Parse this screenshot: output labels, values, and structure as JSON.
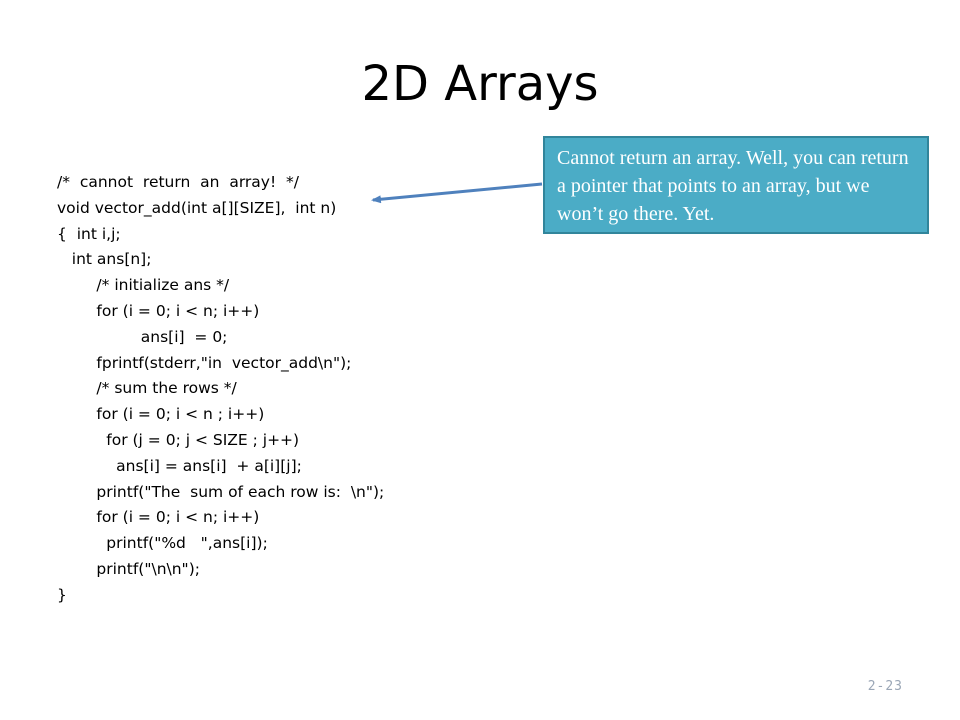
{
  "slide": {
    "title": "2D Arrays",
    "code_lines": [
      "/*  cannot  return  an  array!  */",
      "void vector_add(int a[][SIZE],  int n)",
      "{  int i,j;",
      "   int ans[n];",
      "        /* initialize ans */",
      "        for (i = 0; i < n; i++)",
      "                 ans[i]  = 0;",
      "        fprintf(stderr,\"in  vector_add\\n\");",
      "        /* sum the rows */",
      "        for (i = 0; i < n ; i++)",
      "          for (j = 0; j < SIZE ; j++)",
      "            ans[i] = ans[i]  + a[i][j];",
      "        printf(\"The  sum of each row is:  \\n\");",
      "        for (i = 0; i < n; i++)",
      "          printf(\"%d   \",ans[i]);",
      "        printf(\"\\n\\n\");",
      "}"
    ],
    "callout_text": "Cannot return an array.  Well, you can return a pointer that points to an array, but we won’t go there.  Yet.",
    "slide_number": "2-23",
    "colors": {
      "callout_fill": "#4bacc6",
      "callout_border": "#31859b",
      "arrow": "#4f81bd",
      "slide_number": "#9aa6b6"
    }
  }
}
